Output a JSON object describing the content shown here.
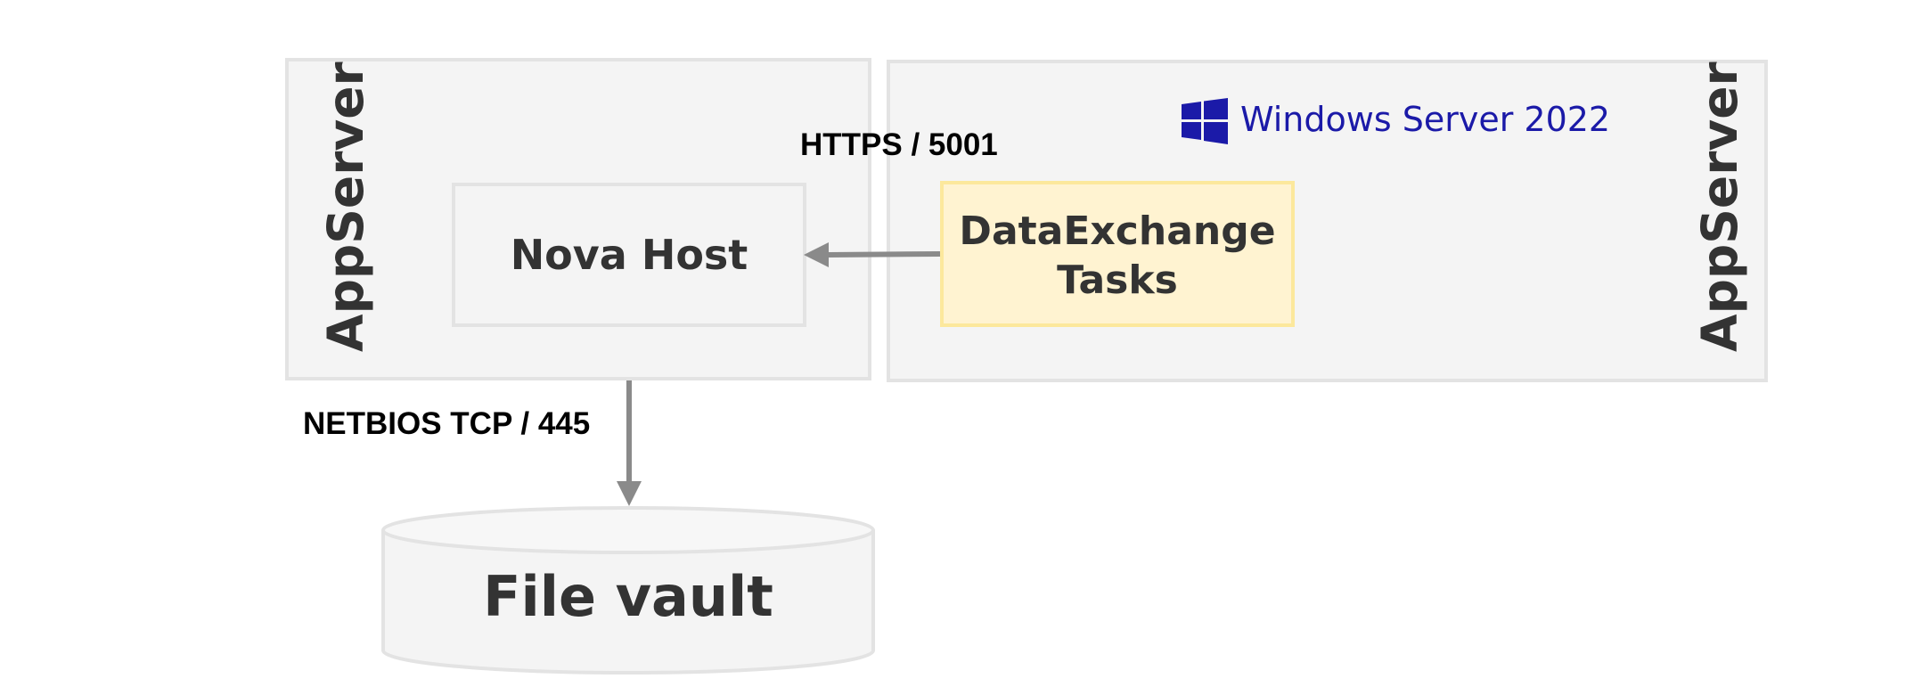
{
  "left_server": {
    "label": "AppServer"
  },
  "right_server": {
    "label": "AppServer",
    "os_label": "Windows Server 2022",
    "os_icon": "windows-logo-icon",
    "os_color": "#1b1aa8"
  },
  "nodes": {
    "nova_host": "Nova Host",
    "dataexchange_line1": "DataExchange",
    "dataexchange_line2": "Tasks"
  },
  "storage": {
    "label": "File vault"
  },
  "connections": {
    "https": "HTTPS / 5001",
    "netbios": "NETBIOS TCP / 445"
  },
  "colors": {
    "box_fill": "#f4f4f4",
    "box_border": "#e3e3e3",
    "highlight_fill": "#fff3d1",
    "highlight_border": "#fce89c",
    "arrow": "#8a8a8a",
    "text": "#333333"
  }
}
